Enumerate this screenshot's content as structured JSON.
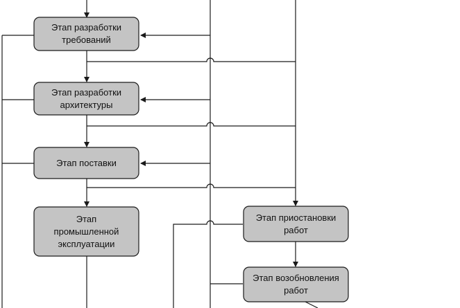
{
  "stages": [
    {
      "id": "requirements",
      "label": "Этап разработки\nтребований"
    },
    {
      "id": "architecture",
      "label": "Этап разработки\nархитектуры"
    },
    {
      "id": "delivery",
      "label": "Этап поставки"
    },
    {
      "id": "operation",
      "label": "Этап\nпромышленной\nэксплуатации"
    },
    {
      "id": "suspension",
      "label": "Этап приостановки\nработ"
    },
    {
      "id": "resumption",
      "label": "Этап возобновления\nработ"
    }
  ],
  "colors": {
    "box_fill": "#c4c4c4",
    "stroke": "#1a1a1a"
  }
}
